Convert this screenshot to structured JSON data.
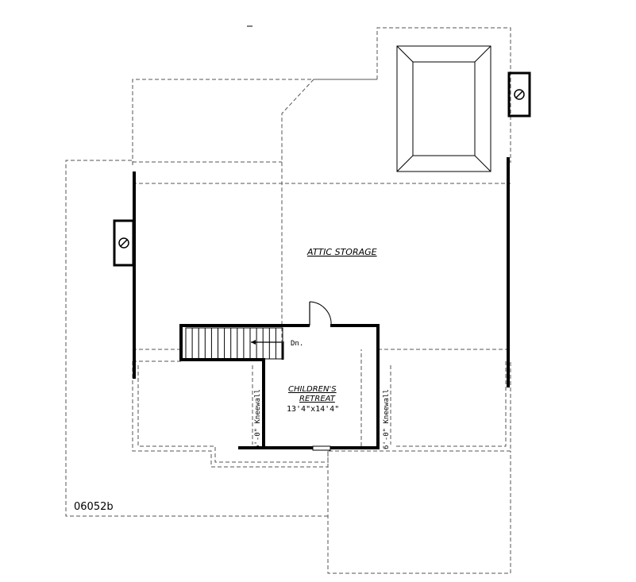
{
  "plan": {
    "plan_number": "06052b",
    "rooms": {
      "attic": {
        "name": "ATTIC STORAGE"
      },
      "childrens_retreat": {
        "name_line1": "CHILDREN'S",
        "name_line2": "RETREAT",
        "dimensions": "13'4\"x14'4\""
      }
    },
    "stair_label": "Dn.",
    "kneewall_left": "6'-0\" Kneewall",
    "kneewall_right": "6'-0\" Kneewall"
  },
  "colors": {
    "wall": "#000000",
    "dashed_outline": "#555555",
    "background": "#ffffff"
  },
  "icons": [
    "skylight-icon",
    "chimney-icon",
    "stair-arrow-icon",
    "door-swing-icon"
  ]
}
